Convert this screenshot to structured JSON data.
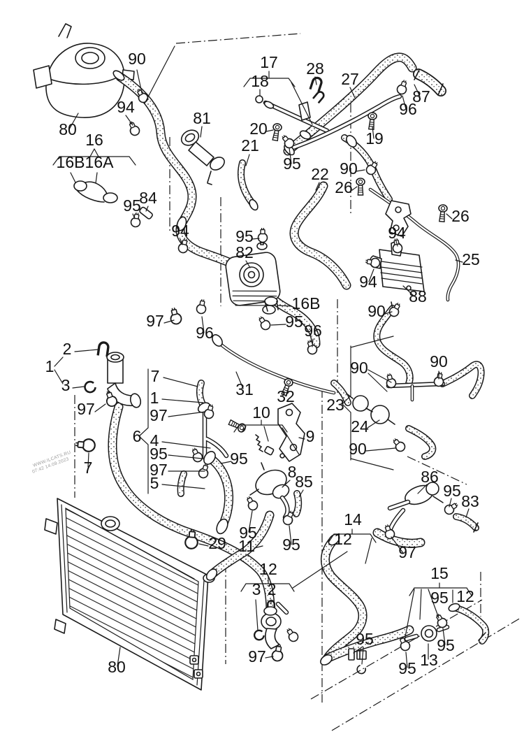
{
  "page": {
    "background": "#ffffff",
    "line_color": "#1a1a1a",
    "watermark_color": "#9a9a9a"
  },
  "watermark": {
    "site": "WWW.ILCATS.RU",
    "timestamp": "07:42 14.09.2023"
  },
  "callouts": {
    "tank_clamp_90": "90",
    "tank": "80",
    "tank_clamp_94": "94",
    "bracket_16": "16",
    "bracket_16b": "16B",
    "bracket_16a": "16A",
    "connector_81": "81",
    "pipe_84": "84",
    "clamp_95_a": "95",
    "clamp_94_b": "94",
    "pipe_17": "17",
    "seal_18": "18",
    "clip_28": "28",
    "hose_27": "27",
    "hose_87": "87",
    "clamp_96_a": "96",
    "bolt_20": "20",
    "bolt_19": "19",
    "hose_21": "21",
    "clamp_95_b": "95",
    "hose_22": "22",
    "clamp_90_b": "90",
    "bolt_26_a": "26",
    "bolt_26_b": "26",
    "pipe_25": "25",
    "clamp_94_c": "94",
    "clamp_94_d": "94",
    "oil_cooler_88": "88",
    "clamp_90_c": "90",
    "clamp_95_c": "95",
    "oil_cooler_82": "82",
    "clip_16b": "16B",
    "clamp_97_a": "97",
    "clamp_96_b": "96",
    "clamp_95_d": "95",
    "clamp_96_c": "96",
    "pipe_31": "31",
    "bolt_32": "32",
    "clip_2": "2",
    "bracket_1": "1",
    "seal_3": "3",
    "clamp_97_b": "97",
    "clamp_7": "7",
    "bracket_6": "6",
    "item6_7": "7",
    "item6_1": "1",
    "item6_97a": "97",
    "item6_4": "4",
    "item6_95": "95",
    "item6_97b": "97",
    "item6_5": "5",
    "bolts_10": "10",
    "bracket_9": "9",
    "clamp_95_e": "95",
    "pump_8": "8",
    "hose_85": "85",
    "clamp_95_f": "95",
    "hose_11": "11",
    "clamp_95_g": "95",
    "clamp_29": "29",
    "radiator": "80",
    "bracket_23": "23",
    "clamp_90_d": "90",
    "clamp_90_e": "90",
    "valve_24": "24",
    "clamp_90_f": "90",
    "valve_86": "86",
    "clamp_95_h": "95",
    "hose_83": "83",
    "bracket_14": "14",
    "hose_12_a": "12",
    "clamp_97_c": "97",
    "bracket_15": "15",
    "item15_95": "95",
    "item15_12": "12",
    "bracket_12": "12",
    "seal_3_b": "3",
    "clip_2_b": "2",
    "clamp_97_d": "97",
    "clamp_95_i": "95",
    "clamp_95_j": "95",
    "valve_13": "13",
    "clamp_95_k": "95"
  }
}
